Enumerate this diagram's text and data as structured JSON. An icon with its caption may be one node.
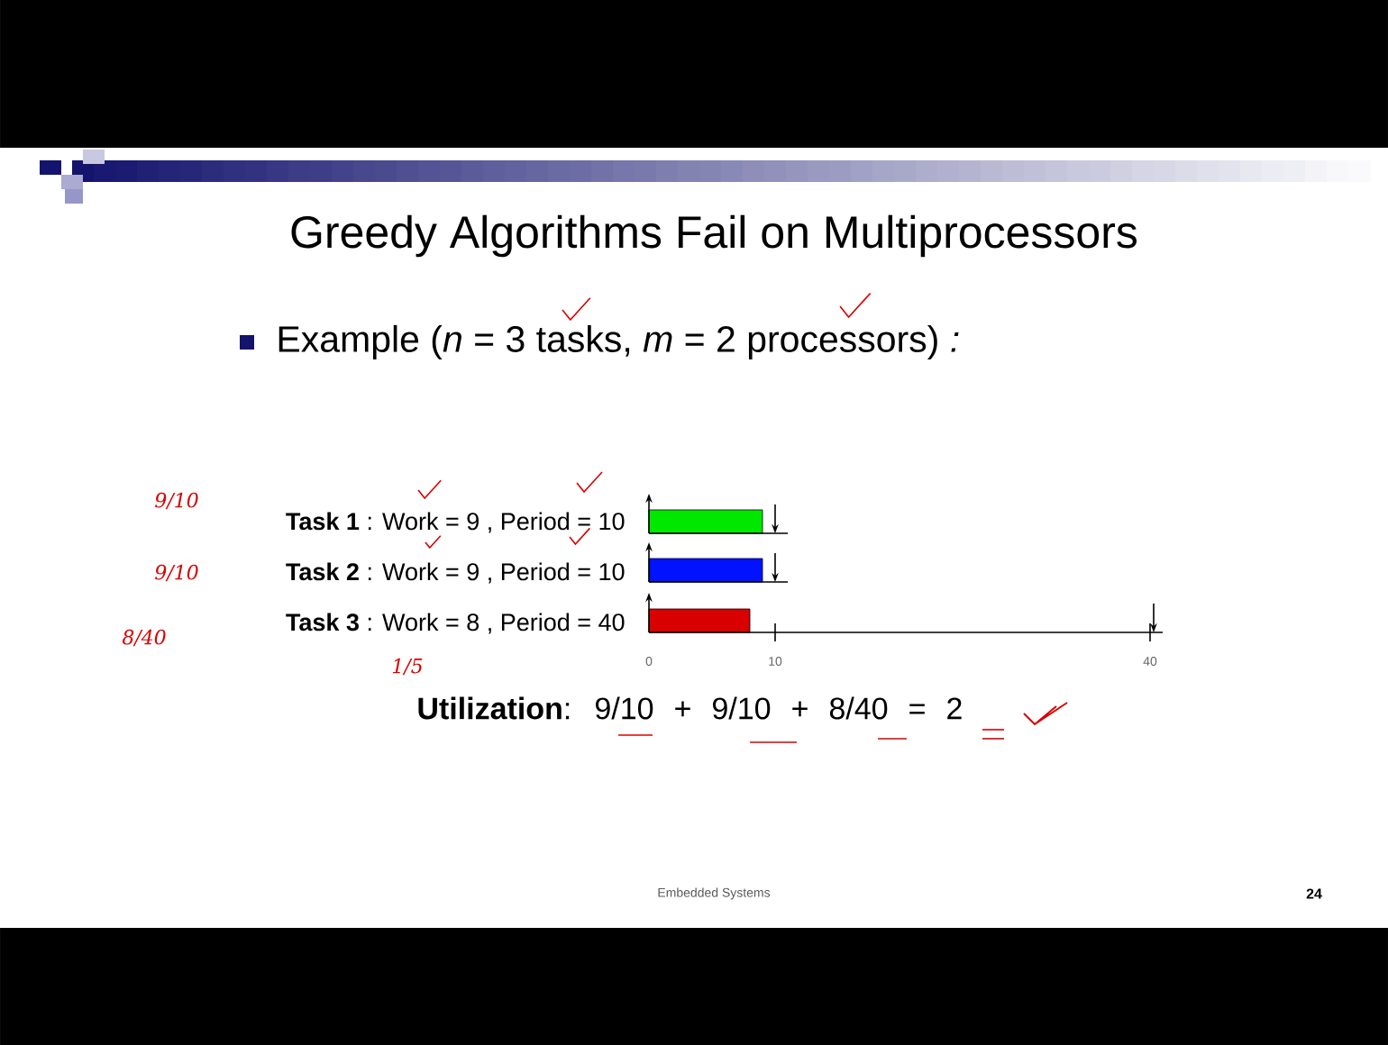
{
  "diagram": {
    "title": "Greedy Algorithms Fail on Multiprocessors",
    "labels": [
      "Example (*n* = 3 tasks, *m* = 2 processors) *:*",
      "9/10",
      "**Task 1** : Work = 9 , Period = 10",
      "9/10",
      "**Task 2** : Work = 9 , Period = 10",
      "8/40",
      "**Task 3** : Work = 8 , Period = 40",
      "1/5",
      "0",
      "10",
      "40",
      "**Utilization**: 9/10 + 9/10 + 8/40 = 2",
      "Embedded Systems",
      "24"
    ]
  }
}
